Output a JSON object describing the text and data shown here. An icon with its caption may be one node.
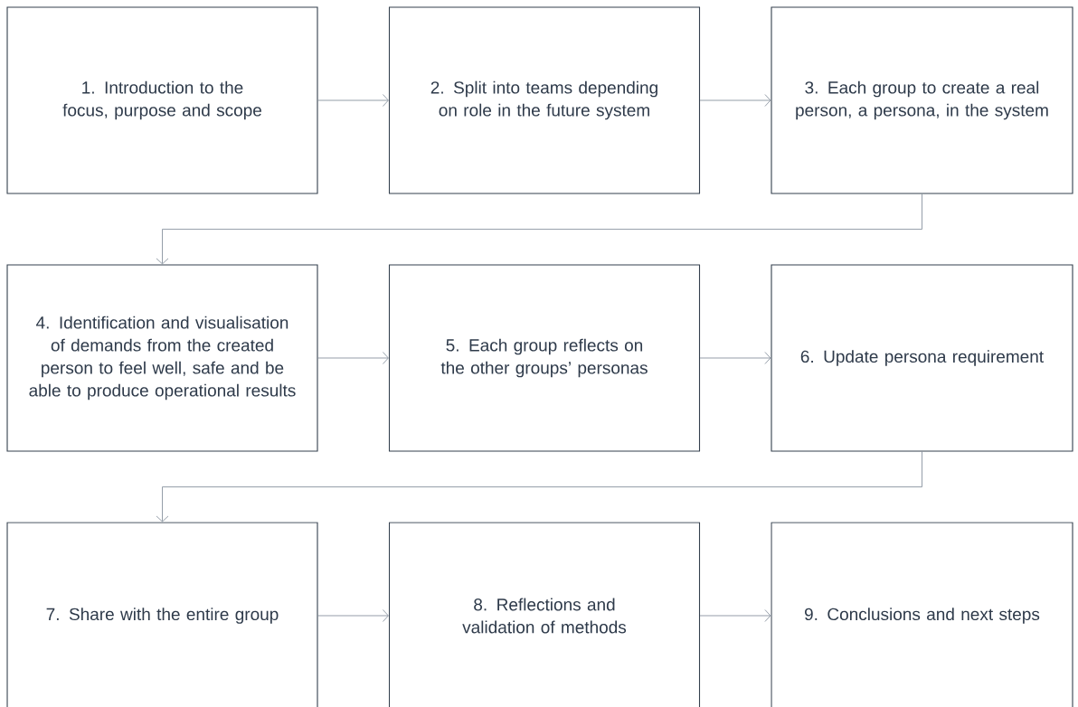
{
  "diagram": {
    "nodes": [
      {
        "text": [
          "1. Introduction to the focus, purpose and scope"
        ]
      },
      {
        "text": [
          "2. Split into teams depending on role in the future system"
        ]
      },
      {
        "text": [
          "3. Each group to create a real person, a persona, in the system"
        ]
      },
      {
        "text": [
          "4. Identification and visualisation of demands from the created person to feel well, safe and be able to produce operational results"
        ]
      },
      {
        "text": [
          "5. Each group reflects on the other groups’ personas"
        ]
      },
      {
        "text": [
          "6. Update persona requirement"
        ]
      },
      {
        "text": [
          "7. Share with the entire group"
        ]
      },
      {
        "text": [
          "8. Reflections and validation of methods"
        ]
      },
      {
        "text": [
          "9. Conclusions and next steps"
        ]
      }
    ],
    "edges": [
      {
        "from": 0,
        "to": 1,
        "arrow": "to"
      },
      {
        "from": 1,
        "to": 2,
        "arrow": "to"
      },
      {
        "from": 2,
        "to": 3,
        "arrow": "to"
      },
      {
        "from": 3,
        "to": 4,
        "arrow": "to"
      },
      {
        "from": 4,
        "to": 5,
        "arrow": "to"
      },
      {
        "from": 5,
        "to": 6,
        "arrow": "to"
      },
      {
        "from": 6,
        "to": 7,
        "arrow": "to"
      },
      {
        "from": 7,
        "to": 8,
        "arrow": "to"
      }
    ]
  }
}
